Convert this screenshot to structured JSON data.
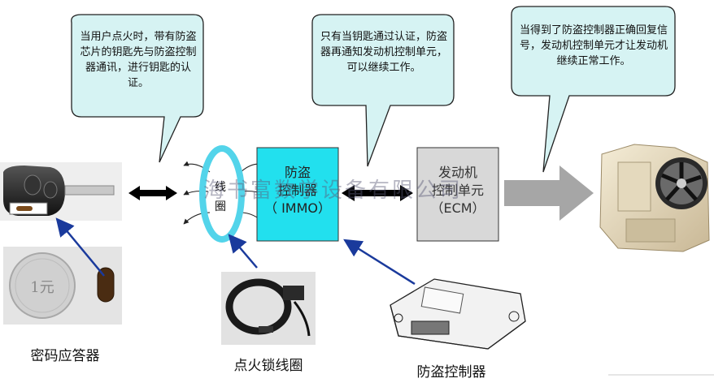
{
  "bubbles": {
    "ignition": "当用户点火时，带有防盗芯片的钥匙先与防盗控制器通讯，进行钥匙的认证。",
    "auth": "只有当钥匙通过认证，防盗器再通知发动机控制单元，可以继续工作。",
    "ecm_confirm": "当得到了防盗控制器正确回复信号，发动机控制单元才让发动机继续正常工作。"
  },
  "boxes": {
    "immo_line1": "防盗",
    "immo_line2": "控制器",
    "immo_line3": "（ IMMO）",
    "ecm_line1": "发动机",
    "ecm_line2": "控制单元",
    "ecm_line3": "（ECM）"
  },
  "coil_label": {
    "char1": "线",
    "char2": "圈"
  },
  "captions": {
    "transponder": "密码应答器",
    "ignition_coil": "点火锁线圈",
    "immo_unit": "防盗控制器"
  },
  "coin_text": "1元",
  "watermark": "海书富数学设备有限公司",
  "colors": {
    "bubble_fill": "#d6f3f3",
    "immo_fill": "#22e0ee",
    "ecm_fill": "#d8d8d8",
    "coil_ring": "#53d4ea",
    "pointer_arrow": "#1a3a9c",
    "big_arrow": "#a6a6a6"
  }
}
